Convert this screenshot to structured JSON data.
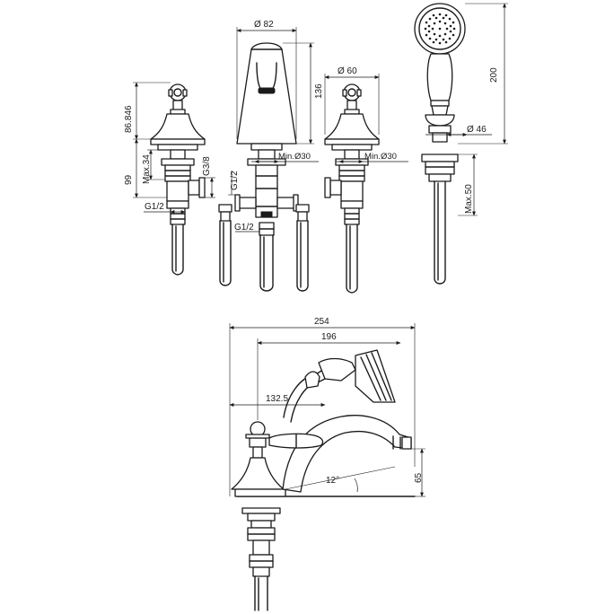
{
  "dimensions": {
    "spout_diameter": "Ø 82",
    "spout_height": "136",
    "valve_diameter": "Ø 60",
    "min_hole_spout": "Min.Ø30",
    "min_hole_valve": "Min.Ø30",
    "shower_length": "200",
    "shower_holder_diameter": "Ø 46",
    "max_deck_shower": "Max.50",
    "left_valve_total": "86.846",
    "left_valve_body": "99",
    "max_deck_left": "Max.34",
    "thread_g38": "G3/8",
    "thread_g12_left": "G1/2",
    "thread_g12_spout_top": "G1/2",
    "thread_g12_spout_bottom": "G1/2",
    "overall_width": "254",
    "spout_reach": "196",
    "handle_offset": "132.5",
    "spout_angle": "12°",
    "spout_clearance": "65"
  }
}
